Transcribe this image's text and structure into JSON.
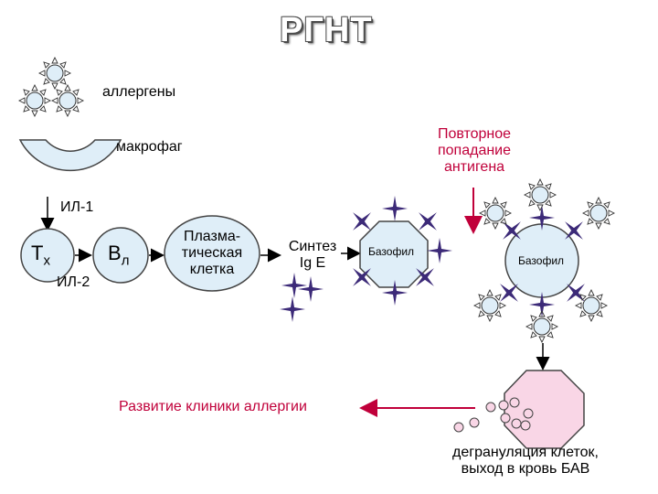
{
  "title": "РГНТ",
  "labels": {
    "allergens": "аллергены",
    "macrophage": "макрофаг",
    "repeat_line1": "Повторное",
    "repeat_line2": "попадание",
    "repeat_line3": "антигена",
    "il1": "ИЛ-1",
    "il2": "ИЛ-2",
    "th_main": "Т",
    "th_sub": "х",
    "b_main": "В",
    "b_sub": "л",
    "plasma_line1": "Плазма-",
    "plasma_line2": "тическая",
    "plasma_line3": "клетка",
    "synth_line1": "Синтез",
    "synth_line2": "Ig E",
    "basophil_left": "Базофил",
    "basophil_right": "Базофил",
    "clinic": "Развитие клиники аллергии",
    "degran_line1": "дегрануляция клеток,",
    "degran_line2": "выход в кровь БАВ"
  },
  "colors": {
    "cell_fill": "#dfeef8",
    "antibody": "#3c2a78",
    "degranulated_fill": "#f9d6e6",
    "clinic_text": "#c0003a",
    "arrow": "#c0003a"
  }
}
